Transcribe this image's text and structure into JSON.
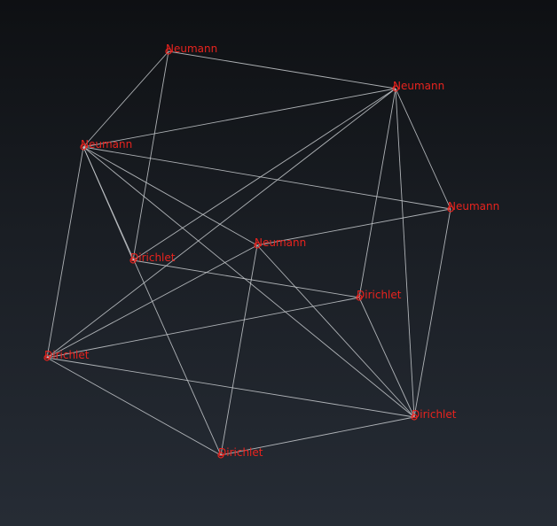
{
  "graph": {
    "node_color": "#e8231e",
    "edge_color": "#c9ccd0",
    "nodes": [
      {
        "id": "n0",
        "label": "Neumann"
      },
      {
        "id": "n1",
        "label": "Neumann"
      },
      {
        "id": "n2",
        "label": "Neumann"
      },
      {
        "id": "n3",
        "label": "Neumann"
      },
      {
        "id": "n4",
        "label": "Neumann"
      },
      {
        "id": "n5",
        "label": "Dirichlet"
      },
      {
        "id": "n6",
        "label": "Dirichlet"
      },
      {
        "id": "n7",
        "label": "Dirichlet"
      },
      {
        "id": "n8",
        "label": "Dirichlet"
      },
      {
        "id": "n9",
        "label": "Dirichlet"
      }
    ],
    "edges": [
      [
        "n0",
        "n1"
      ],
      [
        "n0",
        "n2"
      ],
      [
        "n0",
        "n5"
      ],
      [
        "n1",
        "n2"
      ],
      [
        "n1",
        "n3"
      ],
      [
        "n1",
        "n5"
      ],
      [
        "n1",
        "n7"
      ],
      [
        "n1",
        "n8"
      ],
      [
        "n1",
        "n6"
      ],
      [
        "n2",
        "n3"
      ],
      [
        "n2",
        "n5"
      ],
      [
        "n2",
        "n4"
      ],
      [
        "n2",
        "n7"
      ],
      [
        "n2",
        "n8"
      ],
      [
        "n2",
        "n9"
      ],
      [
        "n3",
        "n4"
      ],
      [
        "n3",
        "n8"
      ],
      [
        "n4",
        "n7"
      ],
      [
        "n4",
        "n9"
      ],
      [
        "n4",
        "n8"
      ],
      [
        "n5",
        "n6"
      ],
      [
        "n6",
        "n7"
      ],
      [
        "n6",
        "n8"
      ],
      [
        "n7",
        "n8"
      ],
      [
        "n7",
        "n9"
      ],
      [
        "n8",
        "n9"
      ]
    ]
  }
}
